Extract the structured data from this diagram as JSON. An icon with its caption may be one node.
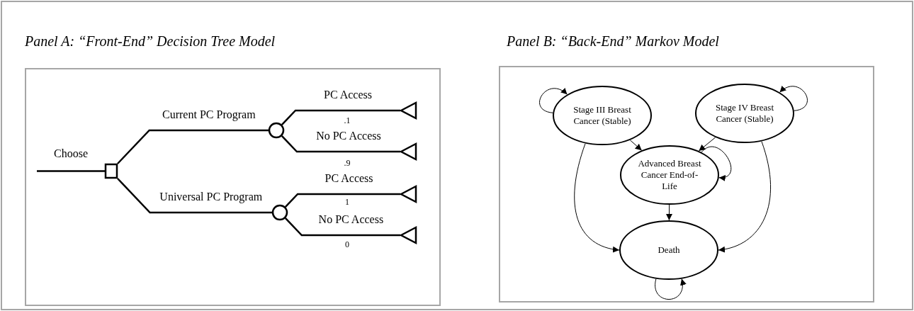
{
  "diagram": {
    "nodes": [
      {
        "text": [
          "Panel A: “Front-End” Decision Tree Model"
        ]
      },
      {
        "text": [],
        "shape": "box",
        "in": 0
      },
      {
        "text": [],
        "shape": "circle",
        "in": 0
      },
      {
        "text": [],
        "shape": "circle",
        "in": 0
      },
      {
        "text": [],
        "shape": "triangle",
        "in": 0
      },
      {
        "text": [],
        "shape": "triangle",
        "in": 0
      },
      {
        "text": [],
        "shape": "triangle",
        "in": 0
      },
      {
        "text": [],
        "shape": "triangle",
        "in": 0
      },
      {
        "text": [
          "Panel B: “Back-End” Markov Model"
        ]
      },
      {
        "text": [
          "Stage III Breast Cancer (Stable)"
        ],
        "in": 8
      },
      {
        "text": [
          "Stage IV Breast Cancer (Stable)"
        ],
        "in": 8
      },
      {
        "text": [
          "Advanced Breast Cancer End-of-Life"
        ],
        "in": 8
      },
      {
        "text": [
          "Death"
        ],
        "in": 8
      }
    ],
    "edges": [
      {
        "from": null,
        "to": 1,
        "arrow": "none",
        "label": "Choose"
      },
      {
        "from": 1,
        "to": 2,
        "arrow": "none",
        "label": "Current PC Program"
      },
      {
        "from": 1,
        "to": 3,
        "arrow": "none",
        "label": "Universal PC Program"
      },
      {
        "from": 2,
        "to": 4,
        "arrow": "none",
        "label": "PC Access"
      },
      {
        "from": 2,
        "to": 5,
        "arrow": "none",
        "label": "No PC Access"
      },
      {
        "from": 3,
        "to": 6,
        "arrow": "none",
        "label": "PC Access"
      },
      {
        "from": 3,
        "to": 7,
        "arrow": "none",
        "label": "No PC Access"
      },
      {
        "from": 9,
        "to": 9,
        "arrow": "to"
      },
      {
        "from": 10,
        "to": 10,
        "arrow": "to"
      },
      {
        "from": 11,
        "to": 11,
        "arrow": "to"
      },
      {
        "from": 12,
        "to": 12,
        "arrow": "to"
      },
      {
        "from": 9,
        "to": 11,
        "arrow": "to"
      },
      {
        "from": 10,
        "to": 11,
        "arrow": "to"
      },
      {
        "from": 11,
        "to": 12,
        "arrow": "to"
      },
      {
        "from": 9,
        "to": 12,
        "arrow": "to"
      },
      {
        "from": 10,
        "to": 12,
        "arrow": "to"
      }
    ],
    "labels": [
      ".1",
      ".9",
      "1",
      "0"
    ]
  }
}
